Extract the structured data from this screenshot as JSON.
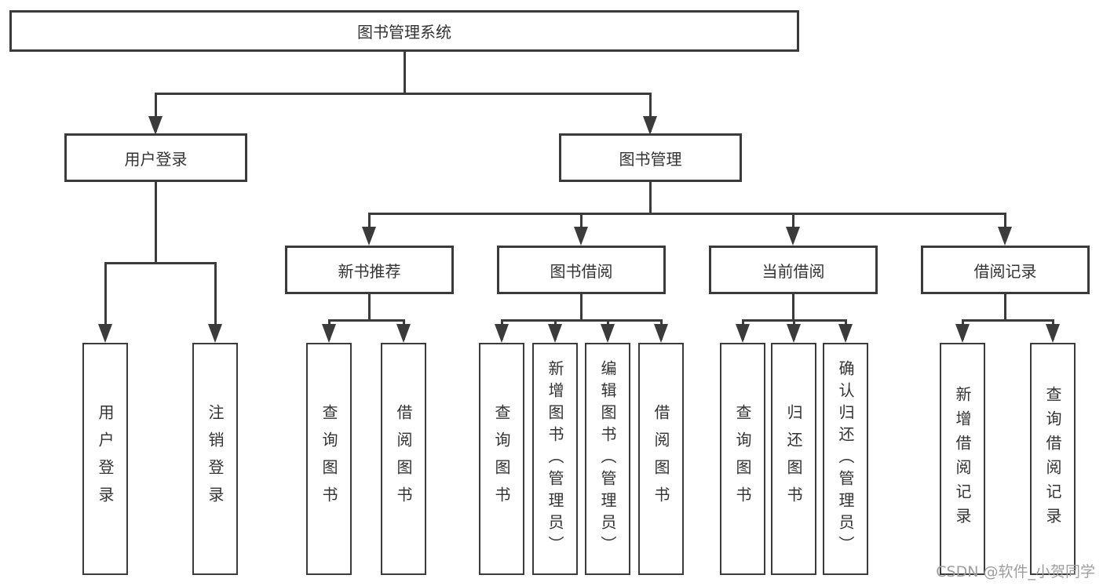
{
  "tree": {
    "root": "图书管理系统",
    "branches": [
      {
        "label": "用户登录",
        "leaves": [
          "用户登录",
          "注销登录"
        ]
      },
      {
        "label": "图书管理",
        "children": [
          {
            "label": "新书推荐",
            "leaves": [
              "查询图书",
              "借阅图书"
            ]
          },
          {
            "label": "图书借阅",
            "leaves": [
              "查询图书",
              "新增图书（管理员）",
              "编辑图书（管理员）",
              "借阅图书"
            ]
          },
          {
            "label": "当前借阅",
            "leaves": [
              "查询图书",
              "归还图书",
              "确认归还（管理员）"
            ]
          },
          {
            "label": "借阅记录",
            "leaves": [
              "新增借阅记录",
              "查询借阅记录"
            ]
          }
        ]
      }
    ]
  },
  "watermark": "CSDN @软件_小贺同学",
  "colors": {
    "line": "#3b3b3b",
    "text": "#333333",
    "watermark": "#9e9e9e",
    "background": "#ffffff"
  }
}
